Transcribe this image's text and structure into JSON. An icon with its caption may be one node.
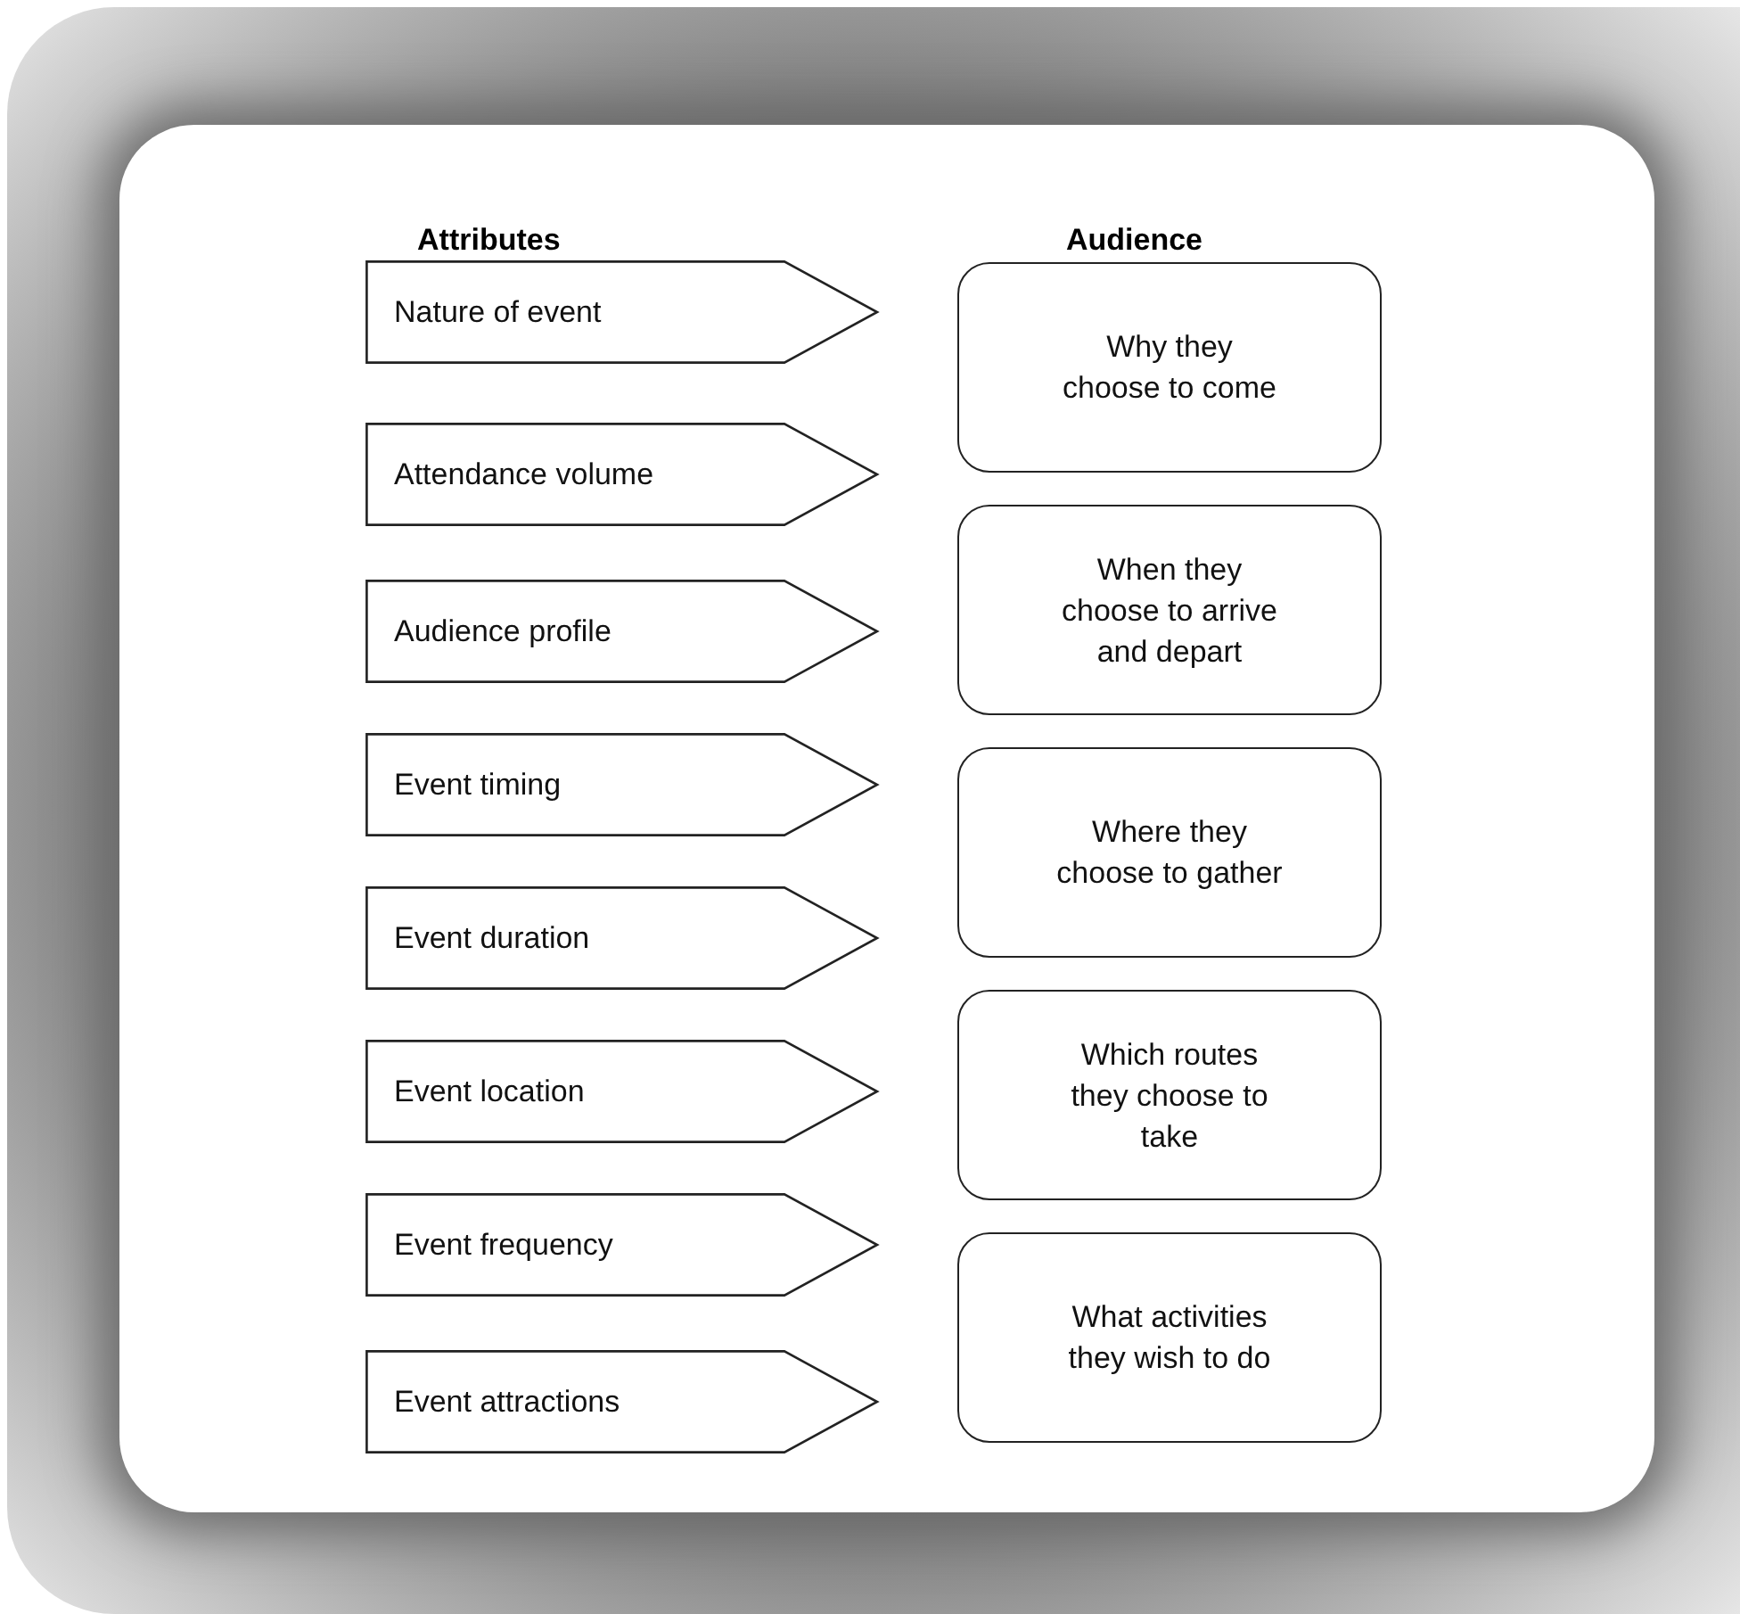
{
  "diagram": {
    "nodes": [
      {
        "text": [
          "Nature of event"
        ]
      },
      {
        "text": [
          "Attendance volume"
        ]
      },
      {
        "text": [
          "Audience profile"
        ]
      },
      {
        "text": [
          "Event timing"
        ]
      },
      {
        "text": [
          "Event duration"
        ]
      },
      {
        "text": [
          "Event location"
        ]
      },
      {
        "text": [
          "Event frequency"
        ]
      },
      {
        "text": [
          "Event attractions"
        ]
      },
      {
        "text": [
          "Why they choose to come"
        ]
      },
      {
        "text": [
          "When they choose to arrive and depart"
        ]
      },
      {
        "text": [
          "Where they choose to gather"
        ]
      },
      {
        "text": [
          "Which routes they choose to take"
        ]
      },
      {
        "text": [
          "What activities they wish to do"
        ]
      }
    ],
    "edges": [],
    "labels": [
      "Attributes",
      "Audience"
    ]
  }
}
